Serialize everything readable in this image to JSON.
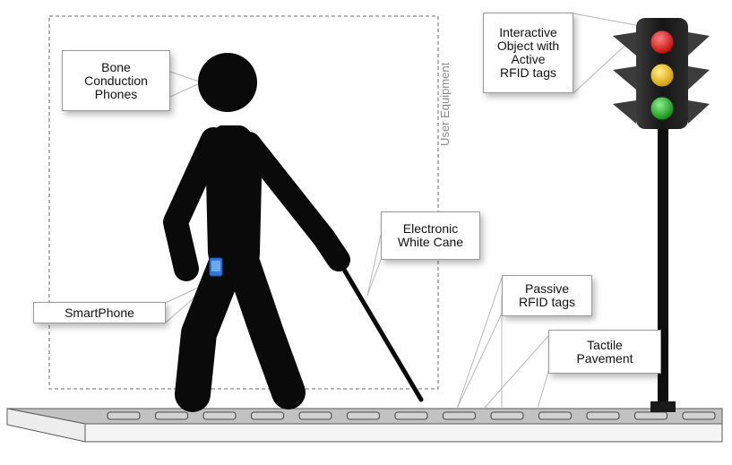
{
  "callouts": {
    "bone_conduction": [
      "Bone",
      "Conduction",
      "Phones"
    ],
    "interactive_object": [
      "Interactive",
      "Object with",
      "Active",
      "RFID tags"
    ],
    "white_cane": [
      "Electronic",
      "White Cane"
    ],
    "smartphone": [
      "SmartPhone"
    ],
    "passive_tags": [
      "Passive",
      "RFID tags"
    ],
    "tactile_pavement": [
      "Tactile",
      "Pavement"
    ]
  },
  "user_equipment_label": "User Equipment",
  "colors": {
    "silhouette": "#0a0a0a",
    "light_red": "#e01818",
    "light_yellow": "#e4b80c",
    "light_green": "#1fa81f",
    "smartphone": "#2f78d8",
    "pavement_top": "#c2c2c2",
    "pavement_side": "#efefef"
  }
}
